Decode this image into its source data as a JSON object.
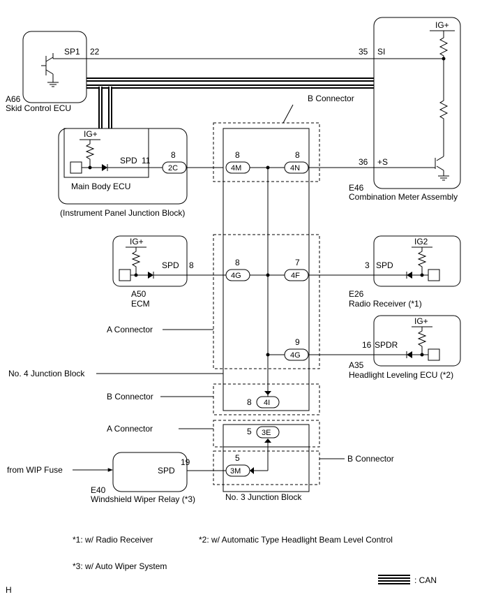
{
  "ecus": {
    "skid": {
      "code": "A66",
      "name": "Skid Control ECU",
      "pin_name": "SP1",
      "pin_no": "22"
    },
    "meter": {
      "code": "E46",
      "name": "Combination Meter Assembly",
      "power": "IG+",
      "pin_si_no": "35",
      "pin_si_name": "SI",
      "pin_s_no": "36",
      "pin_s_name": "+S"
    },
    "main_body": {
      "name": "Main Body ECU",
      "power": "IG+",
      "pin_name": "SPD",
      "pin_no": "11",
      "block": "(Instrument Panel Junction Block)"
    },
    "ecm": {
      "code": "A50",
      "name": "ECM",
      "power": "IG+",
      "pin_name": "SPD",
      "pin_no": "8"
    },
    "radio": {
      "code": "E26",
      "name": "Radio Receiver (*1)",
      "power": "IG2",
      "pin_no": "3",
      "pin_name": "SPD"
    },
    "headlight": {
      "code": "A35",
      "name": "Headlight Leveling ECU (*2)",
      "power": "IG+",
      "pin_no": "16",
      "pin_name": "SPDR"
    },
    "wiper": {
      "code": "E40",
      "name": "Windshield Wiper Relay (*3)",
      "pin_name": "SPD",
      "pin_no": "19",
      "source": "from WIP Fuse"
    }
  },
  "connectors": {
    "c2C": {
      "label": "2C",
      "pin": "8"
    },
    "c4M": {
      "label": "4M",
      "pin": "8"
    },
    "c4N": {
      "label": "4N",
      "pin": "8"
    },
    "c4G_a": {
      "label": "4G",
      "pin": "8"
    },
    "c4F": {
      "label": "4F",
      "pin": "7"
    },
    "c4G_b": {
      "label": "4G",
      "pin": "9"
    },
    "c4I": {
      "label": "4I",
      "pin": "8"
    },
    "c3E": {
      "label": "3E",
      "pin": "5"
    },
    "c3M": {
      "label": "3M",
      "pin": "5"
    }
  },
  "labels": {
    "b_connector": "B Connector",
    "a_connector": "A Connector",
    "no4_junction": "No. 4 Junction Block",
    "no3_junction": "No. 3 Junction Block"
  },
  "notes": {
    "n1": "*1: w/ Radio Receiver",
    "n2": "*2: w/ Automatic Type Headlight Beam Level Control",
    "n3": "*3: w/ Auto Wiper System"
  },
  "legend": {
    "can": ": CAN"
  },
  "corner_mark": "H"
}
